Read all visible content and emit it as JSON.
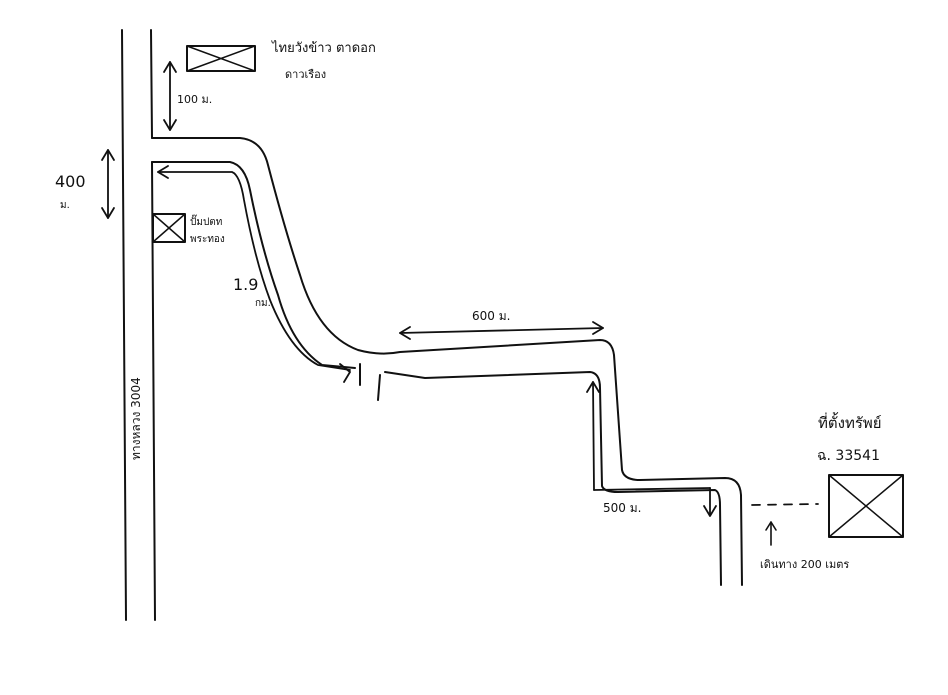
{
  "map": {
    "landmark_top_label": "ไทยวังข้าว ตาดอก",
    "landmark_top_sub": "ดาวเรือง",
    "landmark_mid_label": "ปั๊มปตท",
    "landmark_mid_sub": "พระทอง",
    "destination_label": "ที่ตั้งทรัพย์",
    "deed_number": "ฉ. 33541",
    "highway_label": "ทางหลวง 3004",
    "dist_100m": "100 ม.",
    "dist_400m": "400",
    "dist_400m_unit": "ม.",
    "dist_1_9km": "1.9",
    "dist_1_9km_unit": "กม.",
    "dist_600m": "600 ม.",
    "dist_500m": "500 ม.",
    "dist_200m_walk": "เดินทาง 200 เมตร"
  },
  "colors": {
    "ink": "#111111",
    "paper": "#ffffff"
  }
}
